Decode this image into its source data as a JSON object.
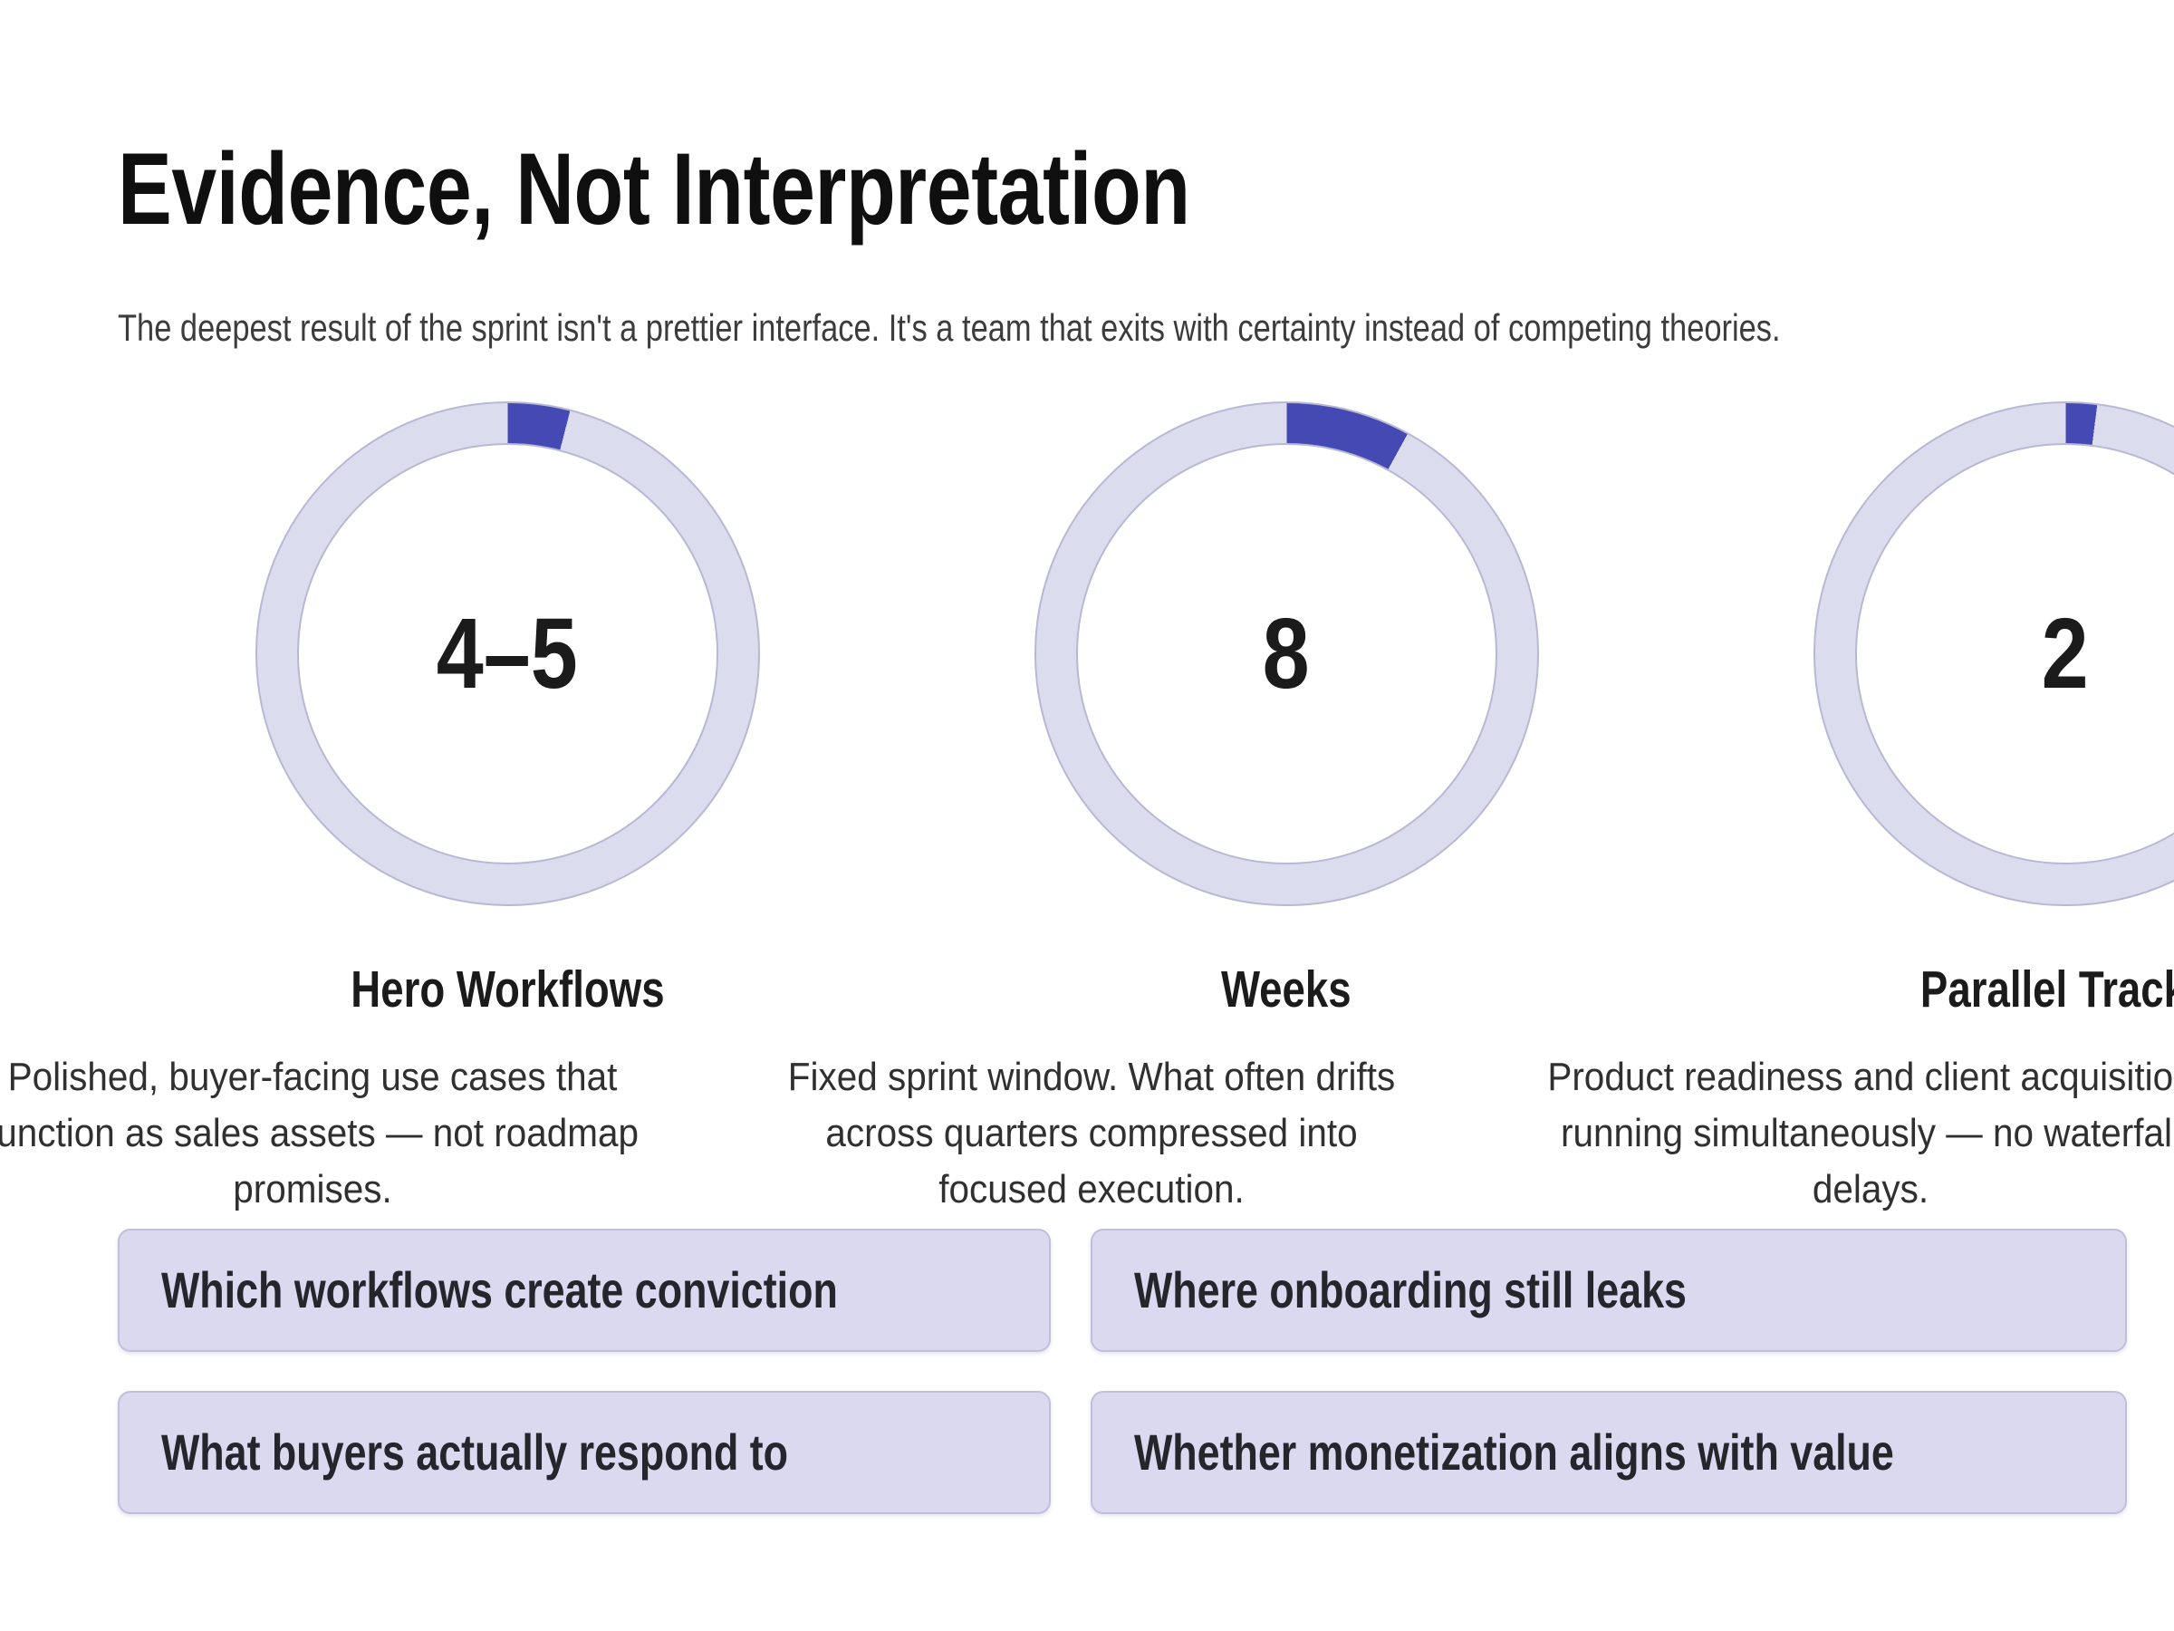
{
  "header": {
    "title": "Evidence, Not Interpretation",
    "subtitle": "The deepest result of the sprint isn't a prettier interface. It's a team that exits with certainty instead of competing theories."
  },
  "chart_data": [
    {
      "type": "donut",
      "value_text": "4–5",
      "label": "Hero Workflows",
      "description": "Polished, buyer-facing use cases that\nfunction as sales assets — not roadmap\npromises.",
      "percent_of_ring": 4,
      "segment_position": "starts at 12 o'clock, clockwise"
    },
    {
      "type": "donut",
      "value_text": "8",
      "label": "Weeks",
      "description": "Fixed sprint window. What often drifts\nacross quarters compressed into\nfocused execution.",
      "percent_of_ring": 8,
      "segment_position": "starts at 12 o'clock, clockwise"
    },
    {
      "type": "donut",
      "value_text": "2",
      "label": "Parallel Tracks",
      "description": "Product readiness and client acquisition\nrunning simultaneously — no waterfall\ndelays.",
      "percent_of_ring": 2,
      "segment_position": "starts at 12 o'clock, clockwise"
    }
  ],
  "pills": [
    {
      "label": "Which workflows create conviction"
    },
    {
      "label": "Where onboarding still leaks"
    },
    {
      "label": "What buyers actually respond to"
    },
    {
      "label": "Whether monetization aligns with value"
    }
  ],
  "colors": {
    "accent": "#4549B4",
    "track": "#DBDCEE",
    "ring_border": "#B7B9D3",
    "pill_bg": "#DAD9F0",
    "pill_border": "#C0BFDC"
  }
}
